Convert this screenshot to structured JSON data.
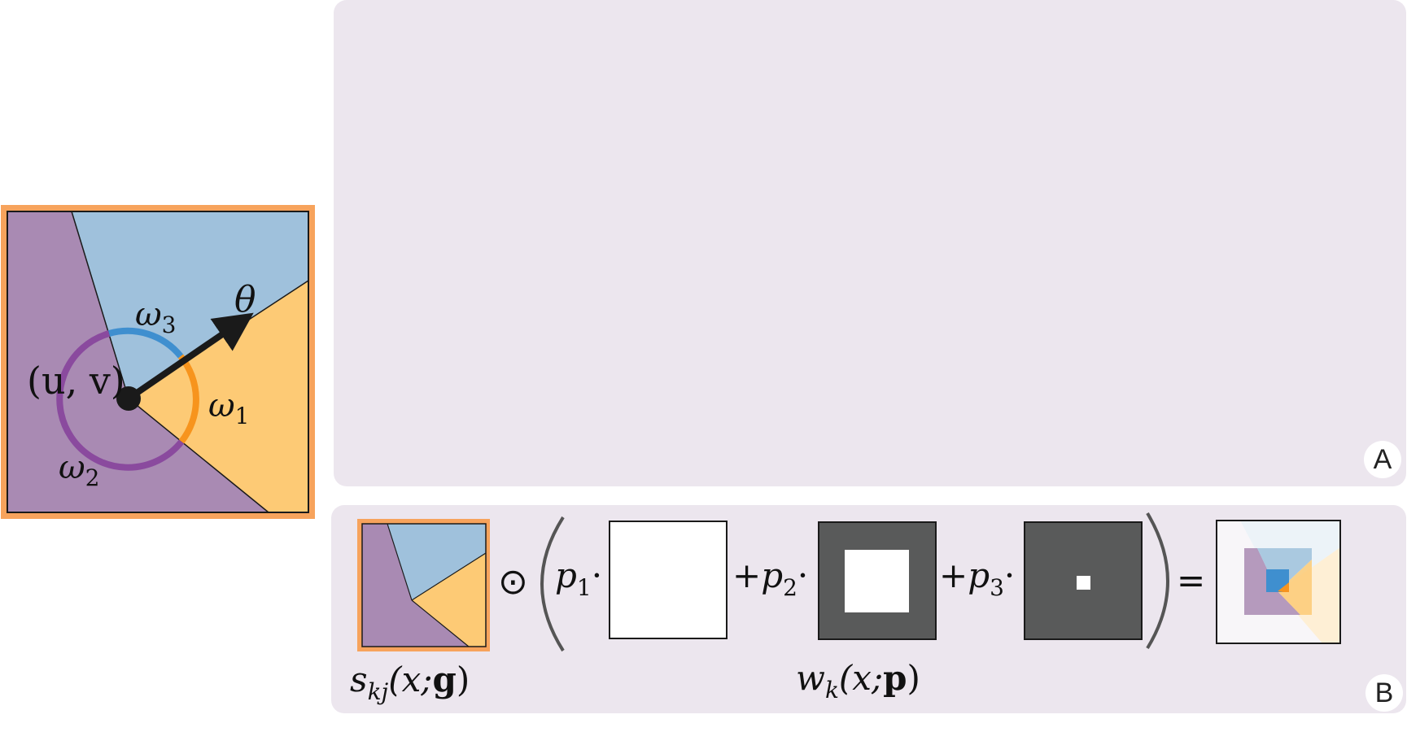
{
  "panel_a": {
    "label": "A"
  },
  "panel_b": {
    "label": "B"
  },
  "junction_diagram": {
    "center_label": "(u, v)",
    "angle_label": "θ",
    "wedges": [
      {
        "name": "ω",
        "sub": "1",
        "color": "#fdca75"
      },
      {
        "name": "ω",
        "sub": "2",
        "color": "#a98ab3"
      },
      {
        "name": "ω",
        "sub": "3",
        "color": "#9fc1dc"
      }
    ],
    "arc_colors": {
      "w1": "#f7941d",
      "w2": "#8a4a9e",
      "w3": "#3f8fcf"
    },
    "frame_color": "#f7a35c"
  },
  "equation": {
    "odot": "⊙",
    "p1": "p",
    "p1_sub": "1",
    "p2": "p",
    "p2_sub": "2",
    "p3": "p",
    "p3_sub": "3",
    "dot": "·",
    "plus": "+",
    "equals": "=",
    "s_label": {
      "s": "s",
      "sub": "kj",
      "args_open": "(x;",
      "bold": "g",
      "args_close": ")"
    },
    "w_label": {
      "w": "w",
      "sub": "k",
      "args_open": "(x;",
      "bold": "p",
      "args_close": ")"
    }
  }
}
